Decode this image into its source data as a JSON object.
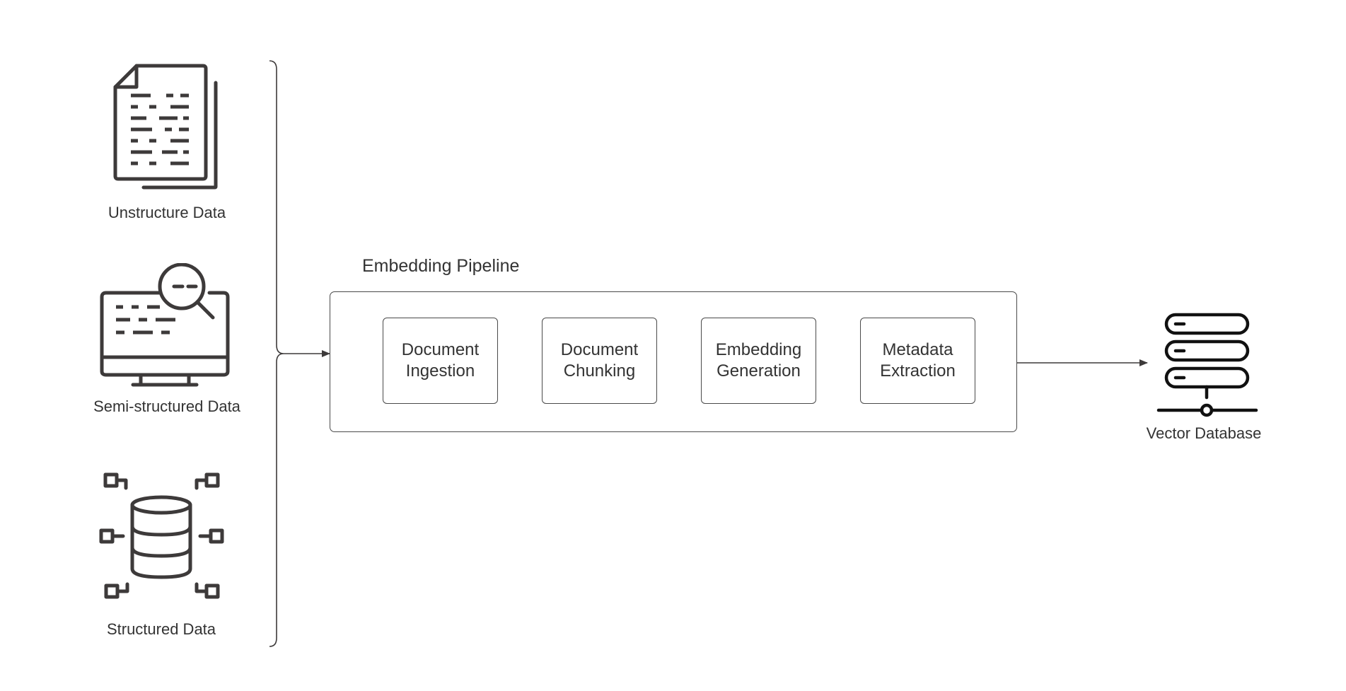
{
  "sources": {
    "unstructured_label": "Unstructure Data",
    "semi_structured_label": "Semi-structured Data",
    "structured_label": "Structured Data"
  },
  "pipeline": {
    "title": "Embedding Pipeline",
    "steps": [
      {
        "label": "Document\nIngestion"
      },
      {
        "label": "Document\nChunking"
      },
      {
        "label": "Embedding\nGeneration"
      },
      {
        "label": "Metadata\nExtraction"
      }
    ]
  },
  "destination": {
    "label": "Vector Database"
  },
  "icons": {
    "unstructured": "document-icon",
    "semi_structured": "monitor-search-icon",
    "structured": "database-network-icon",
    "destination": "server-stack-icon"
  },
  "colors": {
    "stroke": "#3d3a3a",
    "text": "#333333",
    "box_border": "#4a4a4a"
  }
}
